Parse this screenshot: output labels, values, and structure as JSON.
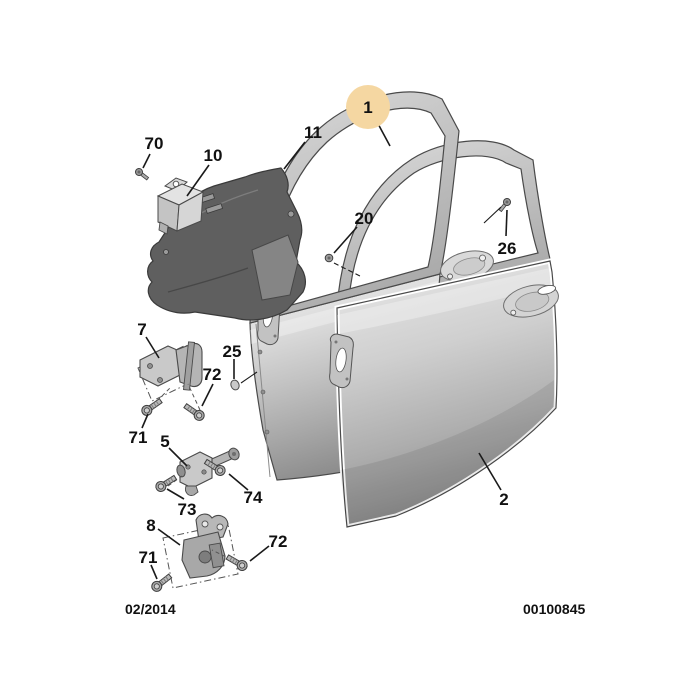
{
  "diagram": {
    "callouts": {
      "part1": "1",
      "part2": "2",
      "part5": "5",
      "part7": "7",
      "part8": "8",
      "part10": "10",
      "part11": "11",
      "part20": "20",
      "part25": "25",
      "part26": "26",
      "part70": "70",
      "part71_upper": "71",
      "part71_lower": "71",
      "part72_upper": "72",
      "part72_lower": "72",
      "part73": "73",
      "part74": "74"
    },
    "footer": {
      "date_code": "02/2014",
      "drawing_number": "00100845"
    },
    "colors": {
      "highlight_circle": "#F5D7A2",
      "leader_line": "#1a1a1a",
      "insulation_panel": "#5f5f5f"
    }
  }
}
